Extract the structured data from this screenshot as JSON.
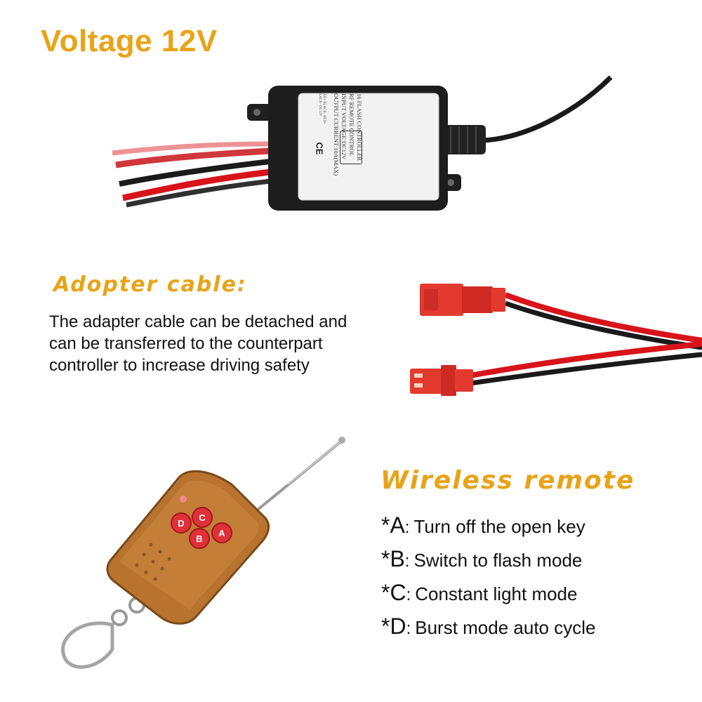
{
  "voltage_heading": "Voltage 12V",
  "controller": {
    "label_lines": [
      "16 FLASH CONTROLLER",
      "RF REMOTE CONTROL",
      "INPUT VOLTAGE:DC12V",
      "OUTPUT CURRENT:10A(MAX)"
    ],
    "ce_mark": "CE",
    "wire_labels": [
      "RED+",
      "BLACK-",
      "RED+",
      "BLACK-"
    ],
    "dc_label": "DC12V"
  },
  "adapter": {
    "heading": "Adopter cable:",
    "body_lines": [
      "The adapter cable can be detached and",
      "can be transferred to the counterpart",
      "controller to increase driving safety"
    ]
  },
  "remote": {
    "buttons": [
      "A",
      "B",
      "C",
      "D"
    ]
  },
  "wireless": {
    "heading": "Wireless remote",
    "features": [
      {
        "key": "*A",
        "desc": "Turn off the open key"
      },
      {
        "key": "*B",
        "desc": "Switch to flash mode"
      },
      {
        "key": "*C",
        "desc": "Constant light mode"
      },
      {
        "key": "*D",
        "desc": "Burst mode auto cycle"
      }
    ]
  },
  "colors": {
    "heading_orange": "#e8a317",
    "wire_red": "#d8131a",
    "wire_black": "#1a1a1a",
    "remote_wood": "#b8732f",
    "remote_button": "#e0303a"
  }
}
